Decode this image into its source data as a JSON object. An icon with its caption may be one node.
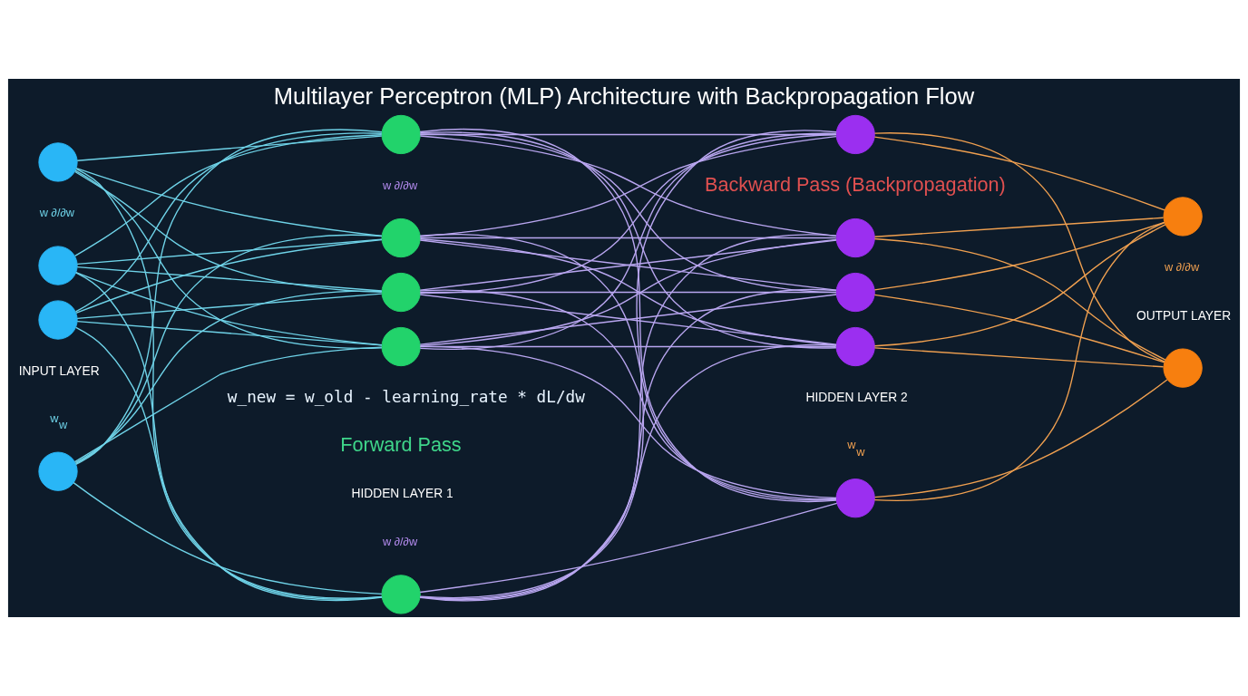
{
  "diagram": {
    "title": "Multilayer Perceptron (MLP) Architecture with Backpropagation Flow",
    "nodes": [
      {
        "text": [],
        "shape": "circle"
      },
      {
        "text": [],
        "shape": "circle"
      },
      {
        "text": [],
        "shape": "circle"
      },
      {
        "text": [],
        "shape": "circle"
      },
      {
        "text": [],
        "shape": "circle"
      },
      {
        "text": [],
        "shape": "circle"
      },
      {
        "text": [],
        "shape": "circle"
      },
      {
        "text": [],
        "shape": "circle"
      },
      {
        "text": [],
        "shape": "circle"
      },
      {
        "text": [],
        "shape": "circle"
      },
      {
        "text": [],
        "shape": "circle"
      },
      {
        "text": [],
        "shape": "circle"
      },
      {
        "text": [],
        "shape": "circle"
      },
      {
        "text": [],
        "shape": "circle"
      },
      {
        "text": [],
        "shape": "circle"
      },
      {
        "text": [],
        "shape": "circle"
      }
    ],
    "edges": [
      {
        "from": 0,
        "to": 4,
        "arrow": "none",
        "color": "#6fd3e8"
      },
      {
        "from": 0,
        "to": 5,
        "arrow": "none",
        "color": "#6fd3e8"
      },
      {
        "from": 0,
        "to": 6,
        "arrow": "none",
        "color": "#6fd3e8"
      },
      {
        "from": 0,
        "to": 7,
        "arrow": "none",
        "color": "#6fd3e8"
      },
      {
        "from": 0,
        "to": 8,
        "arrow": "none",
        "color": "#6fd3e8"
      },
      {
        "from": 1,
        "to": 4,
        "arrow": "none",
        "color": "#6fd3e8"
      },
      {
        "from": 1,
        "to": 5,
        "arrow": "none",
        "color": "#6fd3e8"
      },
      {
        "from": 1,
        "to": 6,
        "arrow": "none",
        "color": "#6fd3e8"
      },
      {
        "from": 1,
        "to": 7,
        "arrow": "none",
        "color": "#6fd3e8"
      },
      {
        "from": 1,
        "to": 8,
        "arrow": "none",
        "color": "#6fd3e8"
      },
      {
        "from": 2,
        "to": 4,
        "arrow": "none",
        "color": "#6fd3e8"
      },
      {
        "from": 2,
        "to": 5,
        "arrow": "none",
        "color": "#6fd3e8"
      },
      {
        "from": 2,
        "to": 6,
        "arrow": "none",
        "color": "#6fd3e8"
      },
      {
        "from": 2,
        "to": 7,
        "arrow": "none",
        "color": "#6fd3e8"
      },
      {
        "from": 2,
        "to": 8,
        "arrow": "none",
        "color": "#6fd3e8"
      },
      {
        "from": 3,
        "to": 4,
        "arrow": "none",
        "color": "#6fd3e8"
      },
      {
        "from": 3,
        "to": 5,
        "arrow": "none",
        "color": "#6fd3e8"
      },
      {
        "from": 3,
        "to": 6,
        "arrow": "none",
        "color": "#6fd3e8"
      },
      {
        "from": 3,
        "to": 7,
        "arrow": "none",
        "color": "#6fd3e8"
      },
      {
        "from": 3,
        "to": 8,
        "arrow": "none",
        "color": "#6fd3e8"
      },
      {
        "from": 4,
        "to": 9,
        "arrow": "none"
      },
      {
        "from": 4,
        "to": 10,
        "arrow": "none"
      },
      {
        "from": 4,
        "to": 11,
        "arrow": "none"
      },
      {
        "from": 4,
        "to": 12,
        "arrow": "none"
      },
      {
        "from": 4,
        "to": 13,
        "arrow": "none"
      },
      {
        "from": 5,
        "to": 9,
        "arrow": "none"
      },
      {
        "from": 5,
        "to": 10,
        "arrow": "none"
      },
      {
        "from": 5,
        "to": 11,
        "arrow": "none"
      },
      {
        "from": 5,
        "to": 12,
        "arrow": "none"
      },
      {
        "from": 5,
        "to": 13,
        "arrow": "none"
      },
      {
        "from": 6,
        "to": 9,
        "arrow": "none"
      },
      {
        "from": 6,
        "to": 10,
        "arrow": "none"
      },
      {
        "from": 6,
        "to": 11,
        "arrow": "none"
      },
      {
        "from": 6,
        "to": 12,
        "arrow": "none"
      },
      {
        "from": 6,
        "to": 13,
        "arrow": "none"
      },
      {
        "from": 7,
        "to": 9,
        "arrow": "none"
      },
      {
        "from": 7,
        "to": 10,
        "arrow": "none"
      },
      {
        "from": 7,
        "to": 11,
        "arrow": "none"
      },
      {
        "from": 7,
        "to": 12,
        "arrow": "none"
      },
      {
        "from": 7,
        "to": 13,
        "arrow": "none"
      },
      {
        "from": 8,
        "to": 9,
        "arrow": "none"
      },
      {
        "from": 8,
        "to": 10,
        "arrow": "none"
      },
      {
        "from": 8,
        "to": 11,
        "arrow": "none"
      },
      {
        "from": 8,
        "to": 12,
        "arrow": "none"
      },
      {
        "from": 8,
        "to": 13,
        "arrow": "none"
      },
      {
        "from": 9,
        "to": 14,
        "arrow": "none",
        "color": "#f0a050"
      },
      {
        "from": 9,
        "to": 15,
        "arrow": "none",
        "color": "#f0a050"
      },
      {
        "from": 10,
        "to": 14,
        "arrow": "none",
        "color": "#f0a050"
      },
      {
        "from": 10,
        "to": 15,
        "arrow": "none",
        "color": "#f0a050"
      },
      {
        "from": 11,
        "to": 14,
        "arrow": "none",
        "color": "#f0a050"
      },
      {
        "from": 11,
        "to": 15,
        "arrow": "none",
        "color": "#f0a050"
      },
      {
        "from": 12,
        "to": 14,
        "arrow": "none",
        "color": "#f0a050"
      },
      {
        "from": 12,
        "to": 15,
        "arrow": "none",
        "color": "#f0a050"
      },
      {
        "from": 13,
        "to": 14,
        "arrow": "none",
        "color": "#f0a050"
      },
      {
        "from": 13,
        "to": 15,
        "arrow": "none",
        "color": "#f0a050"
      }
    ],
    "labels": [
      "Forward Pass",
      "INPUT LAYER",
      "HIDDEN LAYER 1",
      "HIDDEN LAYER 2",
      "OUTPUT LAYER",
      "w$_{w}$",
      "w ∂/∂w",
      "w$_{w}$",
      "w ∂/∂w",
      "w ∂/∂w",
      "w ∂/∂w",
      "Backward Pass (Backpropagation)",
      "w_new = w_old - learning_rate * dL/dw"
    ]
  }
}
